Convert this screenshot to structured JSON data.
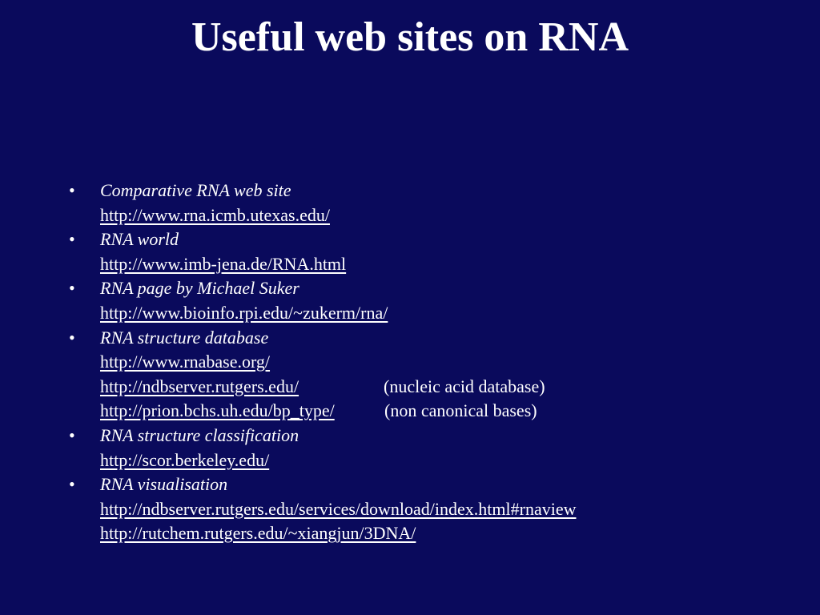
{
  "slide": {
    "title": "Useful web sites on RNA",
    "bullet_char": "•",
    "items": [
      {
        "heading": "Comparative RNA web site",
        "links": [
          {
            "url": "http://www.rna.icmb.utexas.edu/",
            "note": ""
          }
        ]
      },
      {
        "heading": "RNA world",
        "links": [
          {
            "url": "http://www.imb-jena.de/RNA.html",
            "note": ""
          }
        ]
      },
      {
        "heading": "RNA page by Michael Suker",
        "links": [
          {
            "url": "http://www.bioinfo.rpi.edu/~zukerm/rna/",
            "note": ""
          }
        ]
      },
      {
        "heading": "RNA structure database",
        "links": [
          {
            "url": "http://www.rnabase.org/",
            "note": ""
          },
          {
            "url": "http://ndbserver.rutgers.edu/",
            "note": "(nucleic acid database)"
          },
          {
            "url": "http://prion.bchs.uh.edu/bp_type/",
            "note": "(non canonical bases)"
          }
        ]
      },
      {
        "heading": "RNA structure classification",
        "links": [
          {
            "url": "http://scor.berkeley.edu/",
            "note": ""
          }
        ]
      },
      {
        "heading": "RNA visualisation",
        "links": [
          {
            "url": "http://ndbserver.rutgers.edu/services/download/index.html#rnaview",
            "note": ""
          },
          {
            "url": "http://rutchem.rutgers.edu/~xiangjun/3DNA/",
            "note": ""
          }
        ]
      }
    ]
  },
  "colors": {
    "background": "#0a0a5c",
    "text": "#ffffff"
  }
}
